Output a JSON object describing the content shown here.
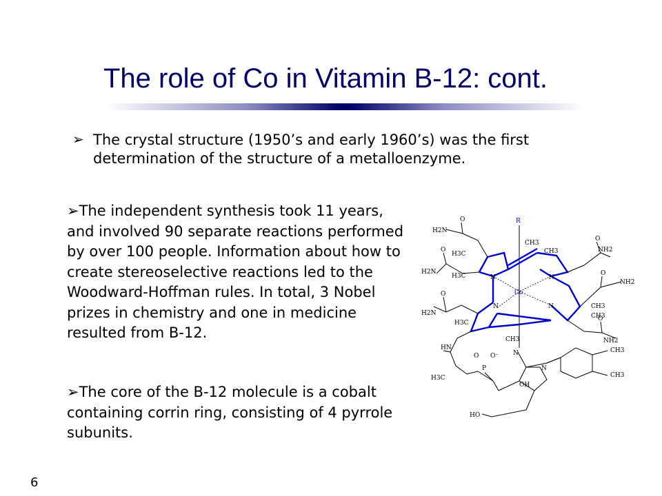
{
  "slide": {
    "title": "The role of Co in Vitamin B-12: cont.",
    "bullets": [
      {
        "id": "crystal",
        "marker": "➢",
        "text": "The crystal structure (1950’s and early 1960’s) was the first determination of the structure of a metalloenzyme."
      },
      {
        "id": "synthesis",
        "marker": "➢",
        "text": "The independent synthesis took 11 years, and involved 90 separate reactions performed by over 100 people. Information about how to create stereoselective reactions led to the Woodward-Hoffman rules.  In total, 3 Nobel prizes in chemistry and one in medicine resulted from B-12."
      },
      {
        "id": "core",
        "marker": "➢",
        "text": "The core of the B-12 molecule is a cobalt containing corrin ring, consisting of 4 pyrrole subunits."
      }
    ],
    "slide_number": "6"
  },
  "figure": {
    "labels": {
      "r": "R",
      "co": "Co",
      "n1": "N",
      "n2": "N",
      "n3": "N",
      "n4": "N",
      "n5": "N",
      "n6": "N",
      "h2n_top": "H2N",
      "nh2_tr": "NH2",
      "h2n_left": "H2N",
      "nh2_right": "NH2",
      "h2n_lower": "H2N",
      "nh2_lower": "NH2",
      "ch3_a": "CH3",
      "ch3_b": "CH3",
      "ch3_c": "CH3",
      "ch3_d": "CH3",
      "ch3_e": "CH3",
      "ch3_f": "CH3",
      "ch3_g": "CH3",
      "h3c_a": "H3C",
      "h3c_b": "H3C",
      "h3c_c": "H3C",
      "h3c_d": "H3C",
      "hn": "HN",
      "oh": "OH",
      "ho": "HO",
      "p": "P",
      "o_top": "O",
      "o_2": "O",
      "o_3": "O",
      "o_4": "O",
      "o_5": "O",
      "o_6": "O",
      "o_7": "O",
      "o_minus": "O⁻"
    },
    "colors": {
      "ring": "#0000cc",
      "bond": "#000000"
    }
  }
}
